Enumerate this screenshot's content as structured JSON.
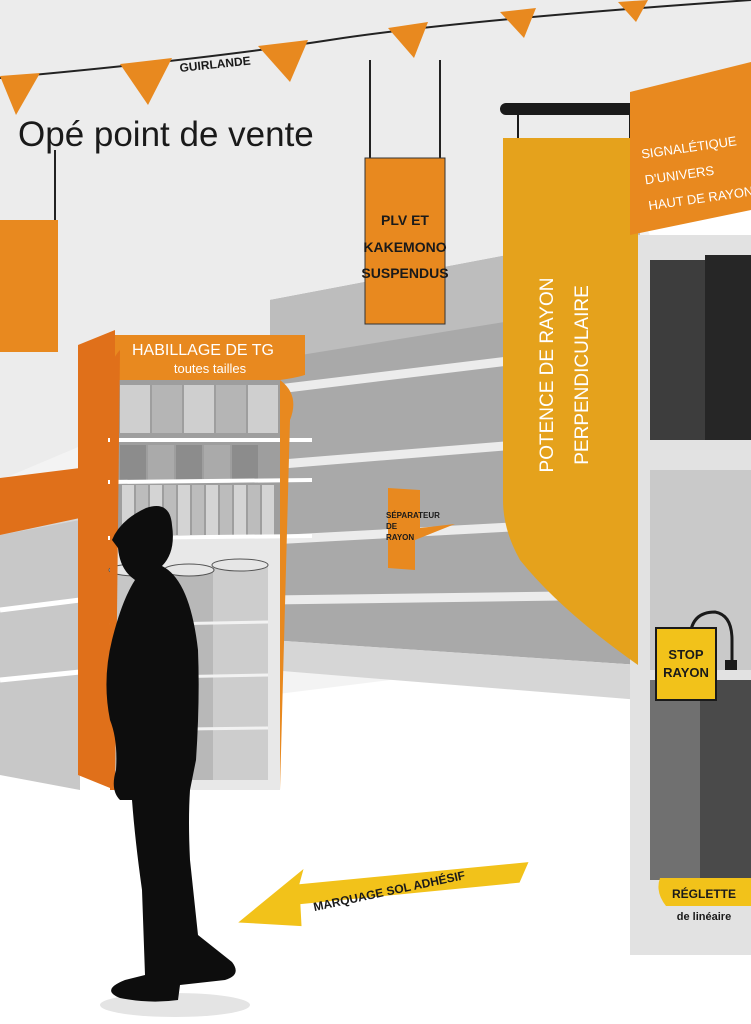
{
  "title": "Opé point de vente",
  "labels": {
    "guirlande": "GUIRLANDE",
    "plv_line1": "PLV ET",
    "plv_line2": "KAKEMONO",
    "plv_line3": "SUSPENDUS",
    "signaletique_line1": "SIGNALÉTIQUE",
    "signaletique_line2": "D'UNIVERS",
    "signaletique_line3": "HAUT DE RAYON",
    "potence_line1": "POTENCE DE RAYON",
    "potence_line2": "PERPENDICULAIRE",
    "habillage_line1": "HABILLAGE DE TG",
    "habillage_line2": "toutes tailles",
    "separateur_line1": "SÉPARATEUR",
    "separateur_line2": "DE",
    "separateur_line3": "RAYON",
    "stop_line1": "STOP",
    "stop_line2": "RAYON",
    "reglette_line1": "RÉGLETTE",
    "reglette_line2": "de linéaire",
    "marquage": "MARQUAGE SOL ADHÉSIF"
  },
  "colors": {
    "orange_dark": "#e0701a",
    "orange": "#e8891f",
    "amber": "#e5a21c",
    "yellow": "#f2c21a",
    "gray_light": "#e8e8e8",
    "gray_mid": "#bdbdbd",
    "gray_dark": "#5a5a5a",
    "black": "#111111"
  },
  "icons": [
    "person-silhouette-icon",
    "arrow-left-icon",
    "pennant-flag-icon"
  ]
}
